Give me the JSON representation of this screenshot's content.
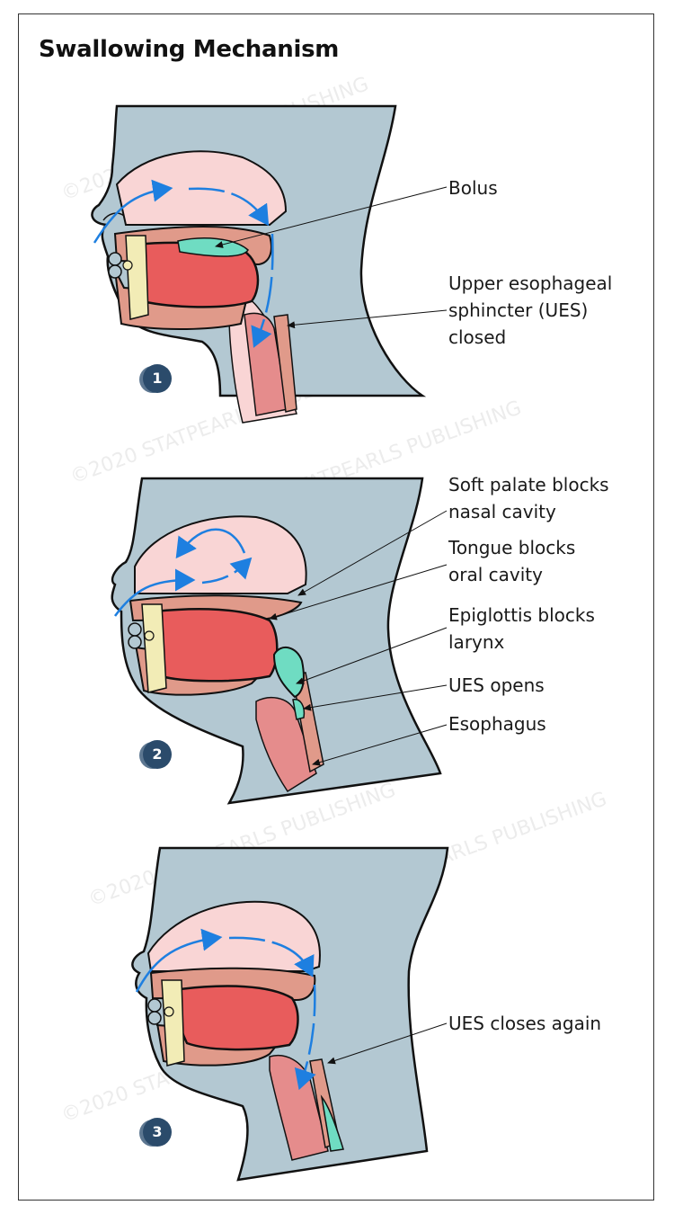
{
  "title": "Swallowing Mechanism",
  "labels": {
    "bolus": "Bolus",
    "ues_closed_1": "Upper esophageal",
    "ues_closed_2": "sphincter (UES)",
    "ues_closed_3": "closed",
    "soft_palate_1": "Soft palate blocks",
    "soft_palate_2": "nasal cavity",
    "tongue_1": "Tongue blocks",
    "tongue_2": "oral cavity",
    "epiglottis_1": "Epiglottis blocks",
    "epiglottis_2": "larynx",
    "ues_opens": "UES opens",
    "esophagus": "Esophagus",
    "ues_closes": "UES closes again"
  },
  "steps": [
    "1",
    "2",
    "3"
  ],
  "watermark": "©2020 STATPEARLS PUBLISHING",
  "colors": {
    "head": "#b3c8d2",
    "nasal": "#f9d5d5",
    "tongue": "#e85c5c",
    "bolus": "#6fdcc2",
    "palate": "#e09a8a",
    "teeth": "#f2ecb6",
    "arrow": "#1e7fe0",
    "badge": "#2b4b6b"
  }
}
